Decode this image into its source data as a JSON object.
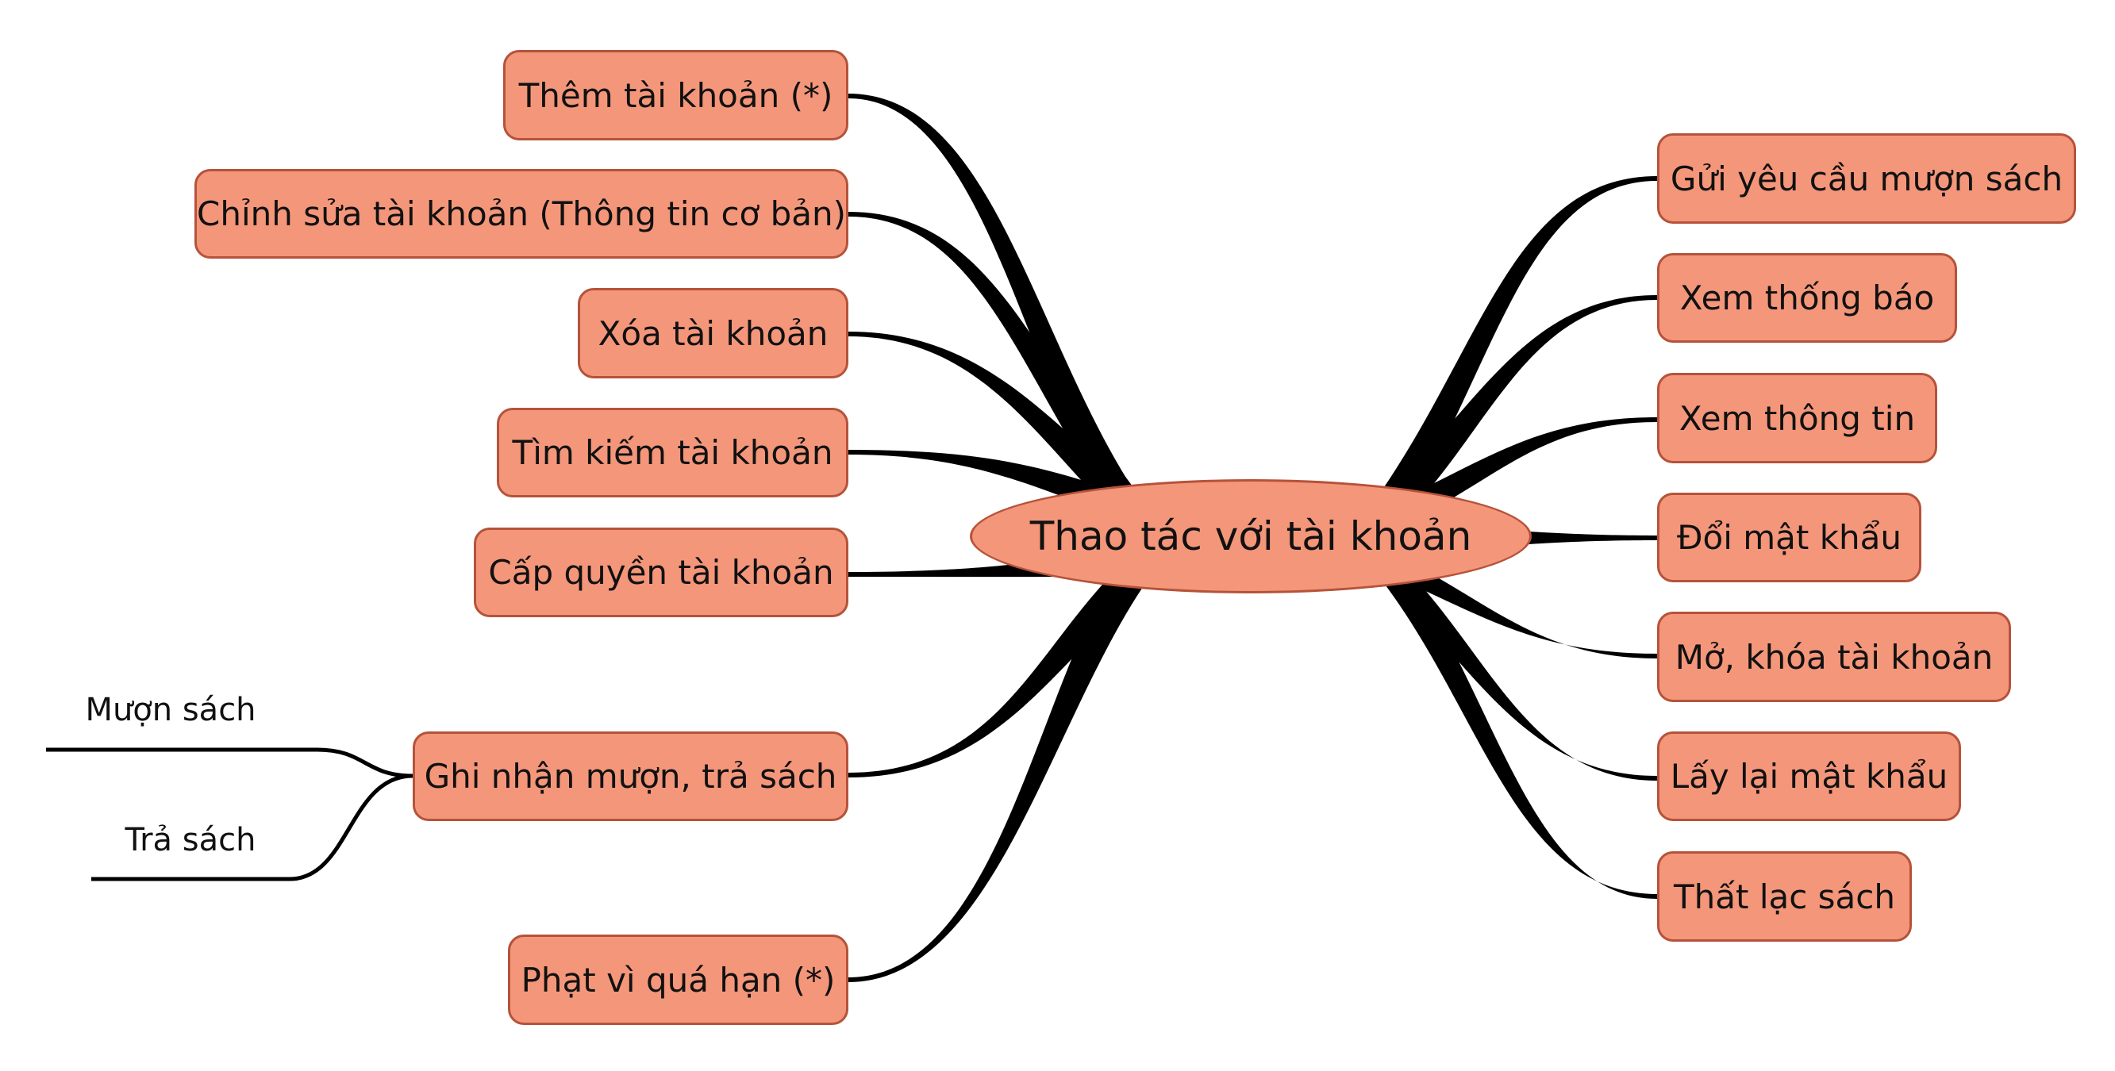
{
  "colors": {
    "node_fill": "#f4967a",
    "node_border": "#b5533a",
    "connector": "#000000"
  },
  "central": {
    "label": "Thao tác với tài khoản"
  },
  "left_branches": [
    {
      "id": "them",
      "label": "Thêm tài khoản (*)"
    },
    {
      "id": "chinh-sua",
      "label": "Chỉnh sửa tài khoản (Thông tin cơ bản)"
    },
    {
      "id": "xoa",
      "label": "Xóa tài khoản"
    },
    {
      "id": "tim-kiem",
      "label": "Tìm kiếm tài khoản"
    },
    {
      "id": "cap-quyen",
      "label": "Cấp quyền tài khoản"
    },
    {
      "id": "ghi-nhan",
      "label": "Ghi nhận mượn, trả sách"
    },
    {
      "id": "phat",
      "label": "Phạt vì quá hạn (*)"
    }
  ],
  "right_branches": [
    {
      "id": "gui-yeu-cau",
      "label": "Gửi yêu cầu mượn sách"
    },
    {
      "id": "xem-thong-bao",
      "label": "Xem thống báo"
    },
    {
      "id": "xem-thong-tin",
      "label": "Xem thông tin"
    },
    {
      "id": "doi-mat-khau",
      "label": "Đổi mật khẩu"
    },
    {
      "id": "mo-khoa",
      "label": "Mở, khóa tài khoản"
    },
    {
      "id": "lay-lai",
      "label": "Lấy lại mật khẩu"
    },
    {
      "id": "that-lac",
      "label": "Thất lạc sách"
    }
  ],
  "sub_branches": {
    "ghi-nhan": [
      "Mượn sách",
      "Trả sách"
    ]
  }
}
